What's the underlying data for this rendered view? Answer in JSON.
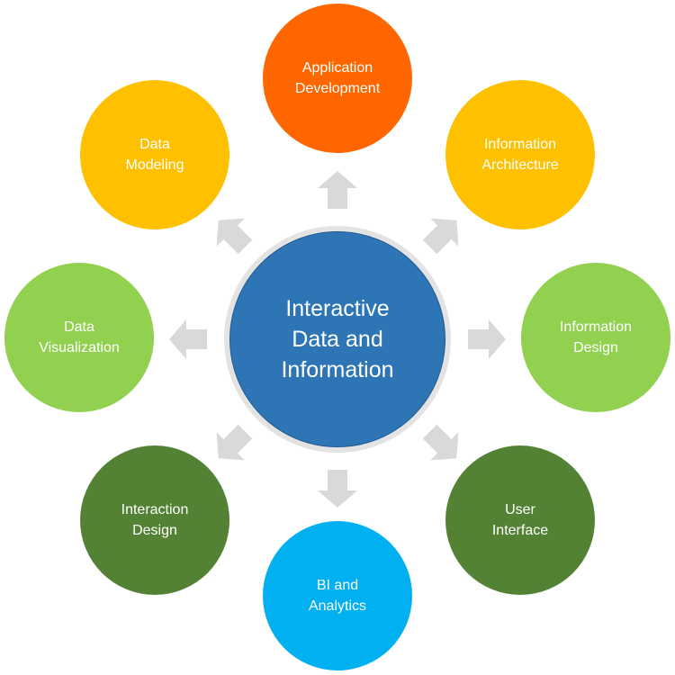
{
  "center": {
    "label": "Interactive\nData and\nInformation",
    "color": "#2e75b6"
  },
  "arrow_color": "#d9d9d9",
  "nodes": [
    {
      "label": "Application\nDevelopment",
      "color": "#ff6600"
    },
    {
      "label": "Information\nArchitecture",
      "color": "#ffc000"
    },
    {
      "label": "Information\nDesign",
      "color": "#92d050"
    },
    {
      "label": "User\nInterface",
      "color": "#548235"
    },
    {
      "label": "BI and\nAnalytics",
      "color": "#00b0f0"
    },
    {
      "label": "Interaction\nDesign",
      "color": "#548235"
    },
    {
      "label": "Data\nVisualization",
      "color": "#92d050"
    },
    {
      "label": "Data\nModeling",
      "color": "#ffc000"
    }
  ]
}
